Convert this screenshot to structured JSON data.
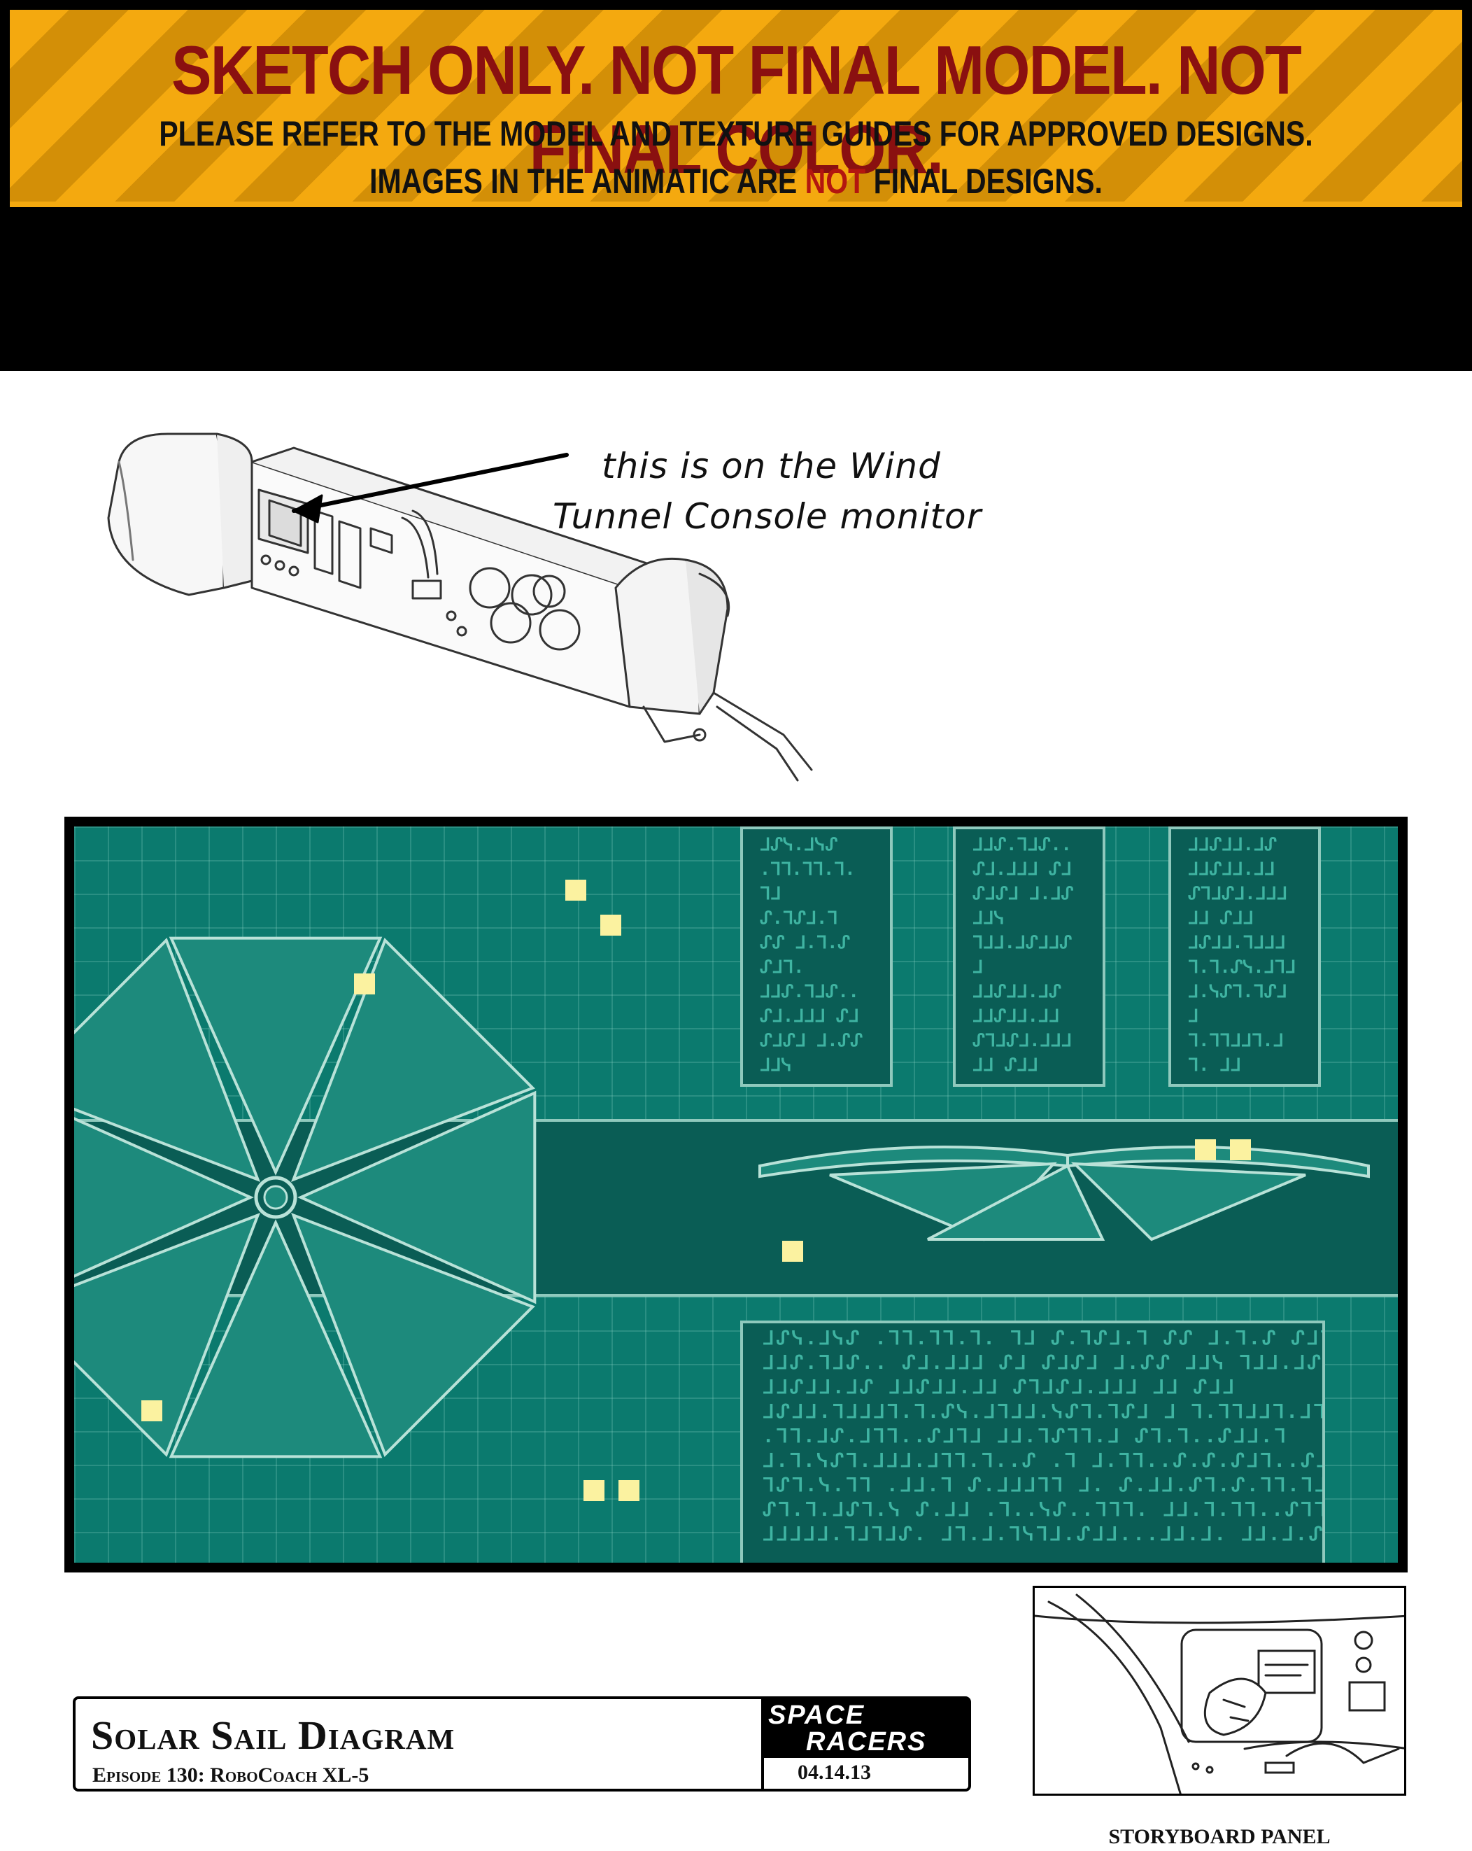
{
  "banner": {
    "line1": "SKETCH ONLY.   NOT FINAL MODEL.   NOT FINAL COLOR.",
    "line2": "PLEASE REFER TO THE MODEL AND TEXTURE GUIDES FOR APPROVED DESIGNS.",
    "line3_before": "IMAGES IN THE ANIMATIC ARE ",
    "line3_highlight": "NOT",
    "line3_after": " FINAL DESIGNS."
  },
  "sketch": {
    "note_line1": "this is on the Wind",
    "note_line2": "Tunnel Console monitor"
  },
  "monitor": {
    "colors": {
      "screen": "#0b7a6e",
      "panel": "#0a5d55",
      "sail": "#1d8a7c",
      "line": "#b9e2d8",
      "marker": "#fbf2a0"
    },
    "column1": [
      "ᒧᔑᓭ.ᒧᓭᔑ",
      ".ᒣᒣ.ᒣᒣ.ᒣ.",
      "ᒣᒧ",
      "ᔑ.ᒣᔑᒧ.ᒣ",
      "ᔑᔑ ᒧ.ᒣ.ᔑ",
      "ᔑᒧᒣ.",
      "ᒧᒧᔑ.ᒣᒧᔑ..",
      "ᔑᒧ.ᒧᒧᒧ ᔑᒧ",
      "ᔑᒧᔑᒧ ᒧ.ᔑᔑ",
      "ᒧᒧᓭ"
    ],
    "column2": [
      "ᒧᒧᔑ.ᒣᒧᔑ..",
      "ᔑᒧ.ᒧᒧᒧ ᔑᒧ",
      "ᔑᒧᔑᒧ ᒧ.ᒧᔑ",
      "ᒧᒧᓭ",
      "ᒣᒧᒧ.ᒧᔑᒧᒧᔑ",
      "ᒧ",
      "ᒧᒧᔑᒧᒧ.ᒧᔑ",
      "ᒧᒧᔑᒧᒧ.ᒧᒧ",
      "ᔑᒣᒧᔑᒧ.ᒧᒧᒧ",
      "ᒧᒧ ᔑᒧᒧ"
    ],
    "column3": [
      "ᒧᒧᔑᒧᒧ.ᒧᔑ",
      "ᒧᒧᔑᒧᒧ.ᒧᒧ",
      "ᔑᒣᒧᔑᒧ.ᒧᒧᒧ",
      "ᒧᒧ ᔑᒧᒧ",
      "ᒧᔑᒧᒧ.ᒣᒧᒧᒧ",
      "ᒣ.ᒣ.ᔑᓭ.ᒧᒣᒧ",
      "ᒧ.ᓭᔑᒣ.ᒣᔑᒧ",
      "ᒧ",
      "ᒣ.ᒣᒣᒧᒧᒣ.ᒧ",
      "ᒣ. ᒧᒧ"
    ],
    "wide_block": [
      "ᒧᔑᓭ.ᒧᓭᔑ .ᒣᒣ.ᒣᒣ.ᒣ. ᒣᒧ ᔑ.ᒣᔑᒧ.ᒣ ᔑᔑ ᒧ.ᒣ.ᔑ ᔑᒧᒣ.",
      "ᒧᒧᔑ.ᒣᒧᔑ.. ᔑᒧ.ᒧᒧᒧ ᔑᒧ ᔑᒧᔑᒧ ᒧ.ᔑᔑ ᒧᒧᓭ ᒣᒧᒧ.ᒧᔑᒧᒧᔑᒧ",
      "ᒧᒧᔑᒧᒧ.ᒧᔑ ᒧᒧᔑᒧᒧ.ᒧᒧ ᔑᒣᒧᔑᒧ.ᒧᒧᒧ ᒧᒧ ᔑᒧᒧ",
      "ᒧᔑᒧᒧ.ᒣᒧᒧᒧᒣ.ᒣ.ᔑᓭ.ᒧᒣᒧᒧ.ᓭᔑᒣ.ᒣᔑᒧ ᒧ ᒣ.ᒣᒣᒧᒧᒣ.ᒧᒣ.. ᒧᒧ",
      ".ᒣᒣ.ᒧᔑ.ᒧᒣᒣ..ᔑᒧᒣᒧ ᒧᒧ.ᒣᔑᒣᒣ.ᒧ ᔑᒣ.ᒣ..ᔑᒧᒧ.ᒣ",
      "ᒧ.ᒣ.ᓭᔑᒣ.ᒧᒧᒧ.ᒧᒣᒣ.ᒣ..ᔑ .ᒣ ᒧ.ᒣᒣ..ᔑ.ᔑ.ᔑᒧᒣ..ᔑᒧ.ᒧ.ᒧᒣ.ᒣ",
      "ᒣᔑᒣ.ᓭ.ᒣᒣ .ᒧᒧ.ᒣ ᔑ.ᒧᒧᒧᒣᒣ ᒧ. ᔑ.ᒧᒧ.ᔑᒣ.ᔑ.ᒣᒣ.ᒣᒧᒧ.ᒧ.ᒧᒣᒣ..",
      "ᔑᒣ.ᒣ.ᒧᔑᒣ.ᓭ ᔑ.ᒧᒧ .ᒣ..ᓭᔑ..ᒣᒣᒣ. ᒧᒧ.ᒣ.ᒣᒣ..ᔑᒣᒣ.ᒣᒣᒧᒧᒣ.ᒣᒧ",
      "ᒧᒧᒧᒧᒧ.ᒣᒧᒣᒧᔑ. ᒧᒣ.ᒧ.ᒣᓭᒣᒧ.ᔑᒧᒧ...ᒧᒧ.ᒧ. ᒧᒧ.ᒧ.ᔑᒧ.ᓭ"
    ]
  },
  "title_block": {
    "title": "Solar Sail Diagram",
    "subtitle": "Episode 130: RoboCoach XL-5",
    "logo_line1": "SPACE",
    "logo_line2": "RACERS",
    "date": "04.14.13"
  },
  "storyboard": {
    "label": "STORYBOARD PANEL"
  }
}
